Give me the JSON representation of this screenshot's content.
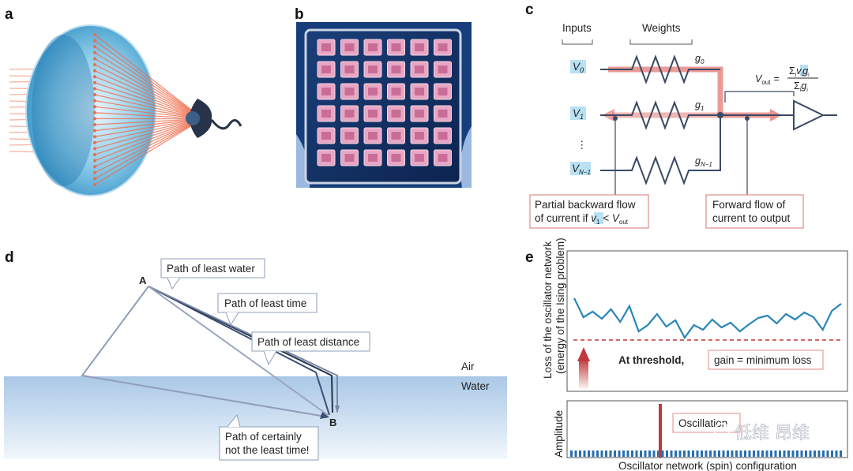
{
  "panels": {
    "a": {
      "letter": "a"
    },
    "b": {
      "letter": "b"
    },
    "c": {
      "letter": "c",
      "inputs_header": "Inputs",
      "weights_header": "Weights",
      "v0": "V",
      "v0_sub": "0",
      "v1": "V",
      "v1_sub": "1",
      "vdots": "⋮",
      "vn": "V",
      "vn_sub": "N−1",
      "g0": "g",
      "g0_sub": "0",
      "g1": "g",
      "g1_sub": "1",
      "gn": "g",
      "gn_sub": "N−1",
      "vout_lhs": "V",
      "vout_sub": "out",
      "eq": "=",
      "numerator": "Σ",
      "numerator_sub": "i",
      "numerator_v": "v",
      "numerator_v_sub": "i",
      "numerator_g": "g",
      "numerator_g_sub": "i",
      "denominator": "Σ",
      "denominator_sub": "i",
      "denominator_g": "g",
      "denominator_g_sub": "i",
      "callout_backward_line1": "Partial backward flow",
      "callout_backward_line2_a": "of current if ",
      "callout_backward_v": "v",
      "callout_backward_v_sub": "1",
      "callout_backward_lt": " < ",
      "callout_backward_vout": "V",
      "callout_backward_vout_sub": "out",
      "callout_forward_line1": "Forward flow of",
      "callout_forward_line2": "current to output",
      "colors": {
        "highlight": "#e57873",
        "line": "#3a4a66",
        "vbox": "#b9e0f3"
      }
    },
    "d": {
      "letter": "d",
      "point_a": "A",
      "point_b": "B",
      "label_water": "Path of least water",
      "label_time": "Path of least time",
      "label_distance": "Path of least distance",
      "label_certainly_1": "Path of certainly",
      "label_certainly_2": "not the least time!",
      "air": "Air",
      "water": "Water",
      "colors": {
        "water_top": "#a9c8e6",
        "water_bottom": "#f2f7fc"
      }
    },
    "e": {
      "letter": "e",
      "ylabel_line1": "Loss of the oscillator network",
      "ylabel_line2": "(energy of the Ising problem)",
      "threshold_bold": "At threshold,",
      "threshold_box": "gain = minimum loss",
      "amp_label": "Amplitude",
      "oscillation_label": "Oscillation",
      "xlabel": "Oscillator network (spin) configuration",
      "watermark": "低维 昂维",
      "colors": {
        "curve": "#2a86b8",
        "threshold": "#c0393b",
        "bars": "#2a6fb0"
      }
    }
  }
}
